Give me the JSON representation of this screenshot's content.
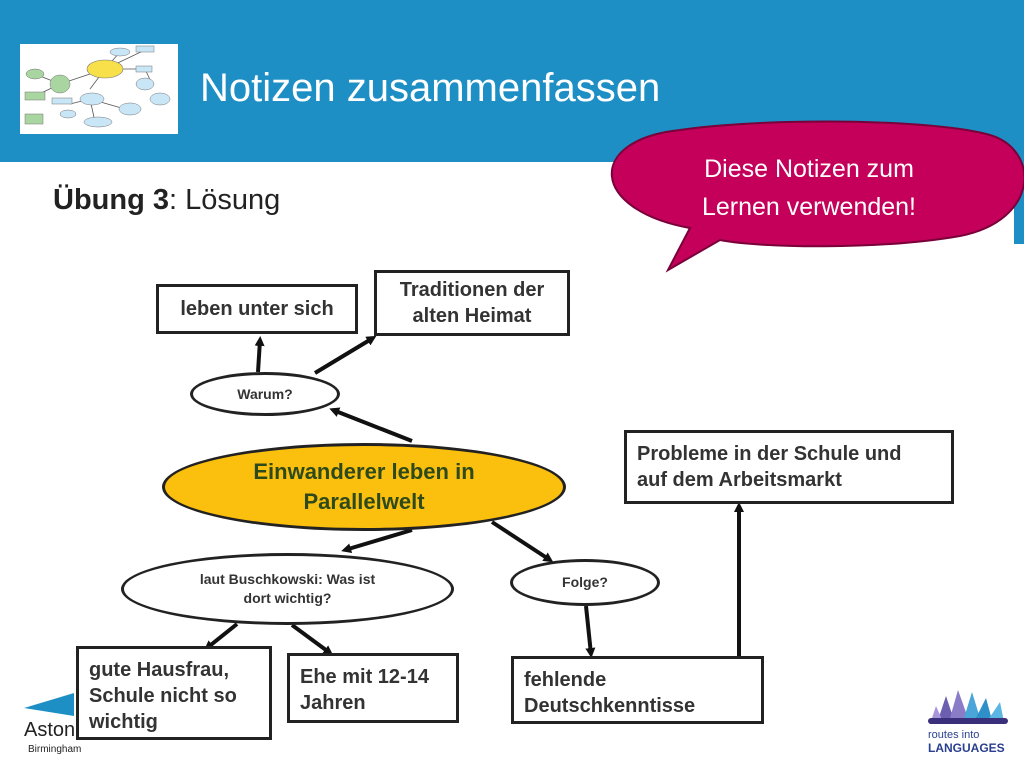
{
  "header": {
    "title": "Notizen zusammenfassen",
    "background": "#1d8fc4"
  },
  "subtitle": {
    "bold": "Übung 3",
    "rest": ": Lösung"
  },
  "callout": {
    "text_line1": "Diese Notizen zum",
    "text_line2": "Lernen verwenden!",
    "color": "#c4005a"
  },
  "diagram": {
    "center": {
      "line1": "Einwanderer leben in",
      "line2": "Parallelwelt",
      "color": "#fbbf0e"
    },
    "question_warum": "Warum?",
    "question_buschkowski_line1": "laut Buschkowski: Was ist",
    "question_buschkowski_line2": "dort wichtig?",
    "question_folge": "Folge?",
    "box_leben": "leben unter sich",
    "box_traditionen_line1": "Traditionen der",
    "box_traditionen_line2": "alten Heimat",
    "box_probleme_line1": "Probleme in der Schule und",
    "box_probleme_line2": "auf dem Arbeitsmarkt",
    "box_hausfrau_line1": "gute Hausfrau,",
    "box_hausfrau_line2": "Schule nicht so",
    "box_hausfrau_line3": "wichtig",
    "box_ehe_line1": "Ehe mit 12-14",
    "box_ehe_line2": "Jahren",
    "box_deutsch_line1": "fehlende",
    "box_deutsch_line2": "Deutschkenntisse"
  },
  "logos": {
    "aston_name": "Aston",
    "aston_city": "Birmingham",
    "routes_line1": "routes into",
    "routes_line2": "LANGUAGES"
  }
}
